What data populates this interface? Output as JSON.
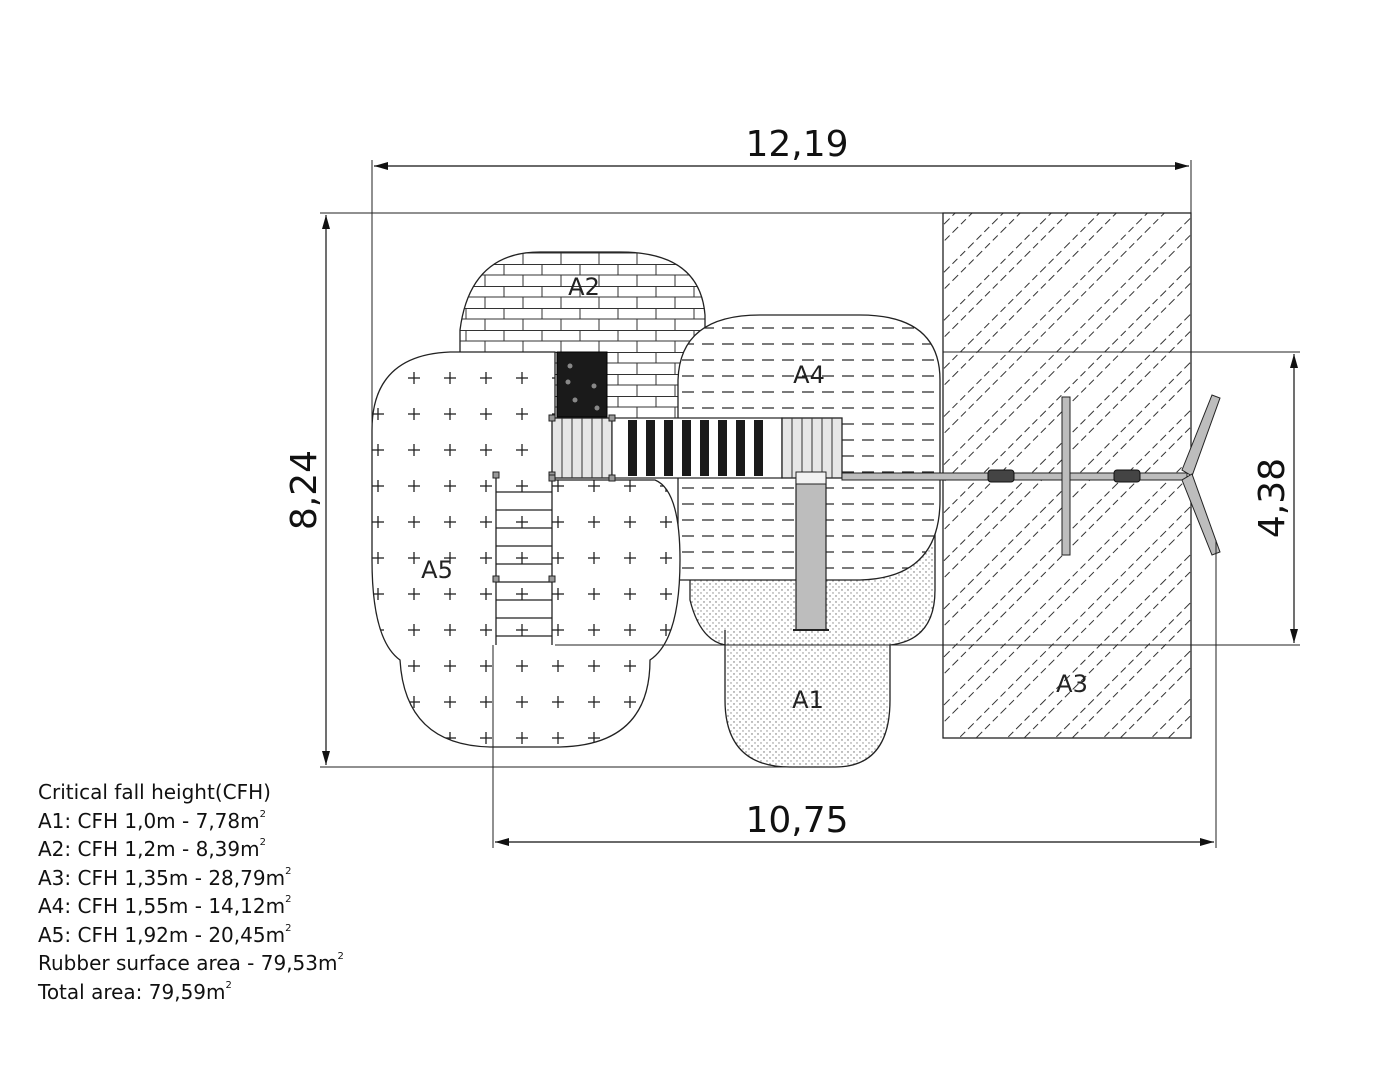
{
  "dimensions": {
    "overall_width": "12,19",
    "overall_depth": "8,24",
    "structure_depth": "4,38",
    "rubber_width": "10,75"
  },
  "zones": [
    {
      "id": "A1",
      "label": "A1",
      "cfh": "1,0m",
      "area": "7,78"
    },
    {
      "id": "A2",
      "label": "A2",
      "cfh": "1,2m",
      "area": "8,39"
    },
    {
      "id": "A3",
      "label": "A3",
      "cfh": "1,35m",
      "area": "28,79"
    },
    {
      "id": "A4",
      "label": "A4",
      "cfh": "1,55m",
      "area": "14,12"
    },
    {
      "id": "A5",
      "label": "A5",
      "cfh": "1,92m",
      "area": "20,45"
    }
  ],
  "legend": {
    "title": "Critical fall height(CFH)",
    "lines": [
      {
        "text": "A1: CFH 1,0m - 7,78m",
        "sup": "2"
      },
      {
        "text": "A2: CFH 1,2m - 8,39m",
        "sup": "2"
      },
      {
        "text": "A3: CFH 1,35m - 28,79m",
        "sup": "2"
      },
      {
        "text": "A4: CFH 1,55m - 14,12m",
        "sup": "2"
      },
      {
        "text": "A5: CFH 1,92m - 20,45m",
        "sup": "2"
      },
      {
        "text": "Rubber surface area - 79,53m",
        "sup": "2"
      },
      {
        "text": "Total area: 79,59m",
        "sup": "2"
      }
    ]
  },
  "colors": {
    "line": "#222222",
    "panel_dark": "#1a1a1a",
    "slide": "#bdbdbd"
  }
}
